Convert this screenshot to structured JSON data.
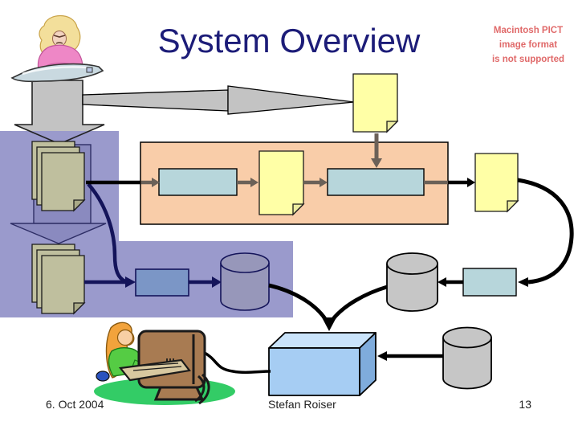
{
  "slide": {
    "title": "System Overview",
    "title_color": "#1c1c78",
    "footer": {
      "date": "6. Oct 2004",
      "author": "Stefan Roiser",
      "page_number": "13"
    }
  },
  "pict_notice": {
    "lines": [
      "Macintosh PICT",
      "image format",
      "is not supported"
    ],
    "color": "#e06a6a"
  },
  "diagram": {
    "regions": {
      "process_band_color": "#f9cda9",
      "storage_region_color": "#9a9acc"
    },
    "shape_colors": {
      "yellow_note": "#ffffa6",
      "khaki_document": "#bfbf9e",
      "cyan_process_box": "#b7d6db",
      "steel_blue_box": "#7b96c6",
      "purple_cylinder": "#9797ba",
      "gray_cylinder": "#c6c6c6",
      "blue_cube_front": "#a6cdf3",
      "blue_cube_top": "#cae4fb",
      "blue_cube_side": "#7facdc",
      "gray_block_arrow": "#c3c3c3",
      "purple_block_arrow": "#8a8abf",
      "navy_connector": "#14145a",
      "brown_connector": "#6b6158",
      "black_connector": "#000000"
    },
    "icon_nodes": [
      "flying-woman-clipart",
      "down-block-arrow",
      "right-block-arrow",
      "yellow-note-top",
      "document-stack-top",
      "purple-down-arrow",
      "document-stack-bottom",
      "process-band",
      "process-box-1",
      "yellow-note-middle",
      "process-box-2",
      "yellow-note-right",
      "result-box-right",
      "database-cylinder-right",
      "database-cylinder-bottom",
      "database-cylinder-purple",
      "steel-blue-box",
      "blue-cube",
      "kid-at-computer-clipart"
    ]
  }
}
